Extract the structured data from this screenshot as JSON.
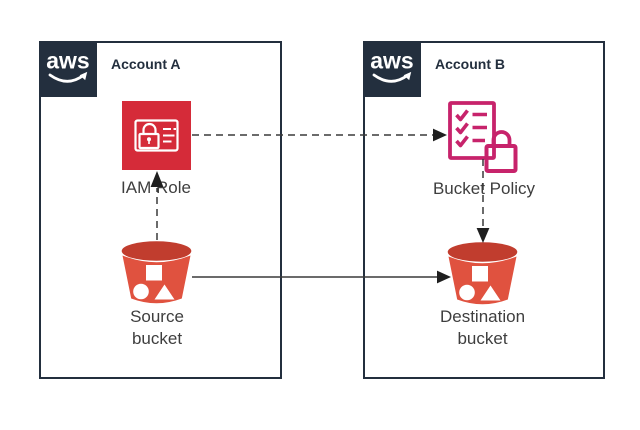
{
  "accounts": [
    {
      "label": "Account A",
      "badge_text": "aws"
    },
    {
      "label": "Account B",
      "badge_text": "aws"
    }
  ],
  "nodes": [
    {
      "id": "iam-role",
      "account": "Account A",
      "label": "IAM Role",
      "icon": "id-card-lock-icon",
      "color": "#D52B39"
    },
    {
      "id": "source-bucket",
      "account": "Account A",
      "label": "Source bucket",
      "icon": "s3-bucket-icon",
      "color": "#E0523F"
    },
    {
      "id": "bucket-policy",
      "account": "Account B",
      "label": "Bucket Policy",
      "icon": "checklist-lock-icon",
      "color": "#C7236B"
    },
    {
      "id": "destination-bucket",
      "account": "Account B",
      "label": "Destination bucket",
      "icon": "s3-bucket-icon",
      "color": "#E0523F"
    }
  ],
  "connections": [
    {
      "from": "iam-role",
      "to": "bucket-policy",
      "line": "dashed",
      "arrow": "to"
    },
    {
      "from": "source-bucket",
      "to": "iam-role",
      "line": "dashed",
      "arrow": "to"
    },
    {
      "from": "bucket-policy",
      "to": "destination-bucket",
      "line": "dashed",
      "arrow": "to"
    },
    {
      "from": "source-bucket",
      "to": "destination-bucket",
      "line": "solid",
      "arrow": "to"
    }
  ],
  "colors": {
    "background": "#FFFFFF",
    "account_border": "#232F3E",
    "aws_badge_background": "#232F3E",
    "aws_logo_text": "#FFFFFF",
    "iam_role_red": "#D52B39",
    "s3_bucket_body": "#E0523F",
    "s3_bucket_rim": "#C13D2E",
    "bucket_policy_pink": "#C7236B",
    "connector_line": "#3A3A3A",
    "arrowhead": "#1F1F1F",
    "node_label_text": "#3E3E3E",
    "account_label_text": "#232F3E"
  }
}
